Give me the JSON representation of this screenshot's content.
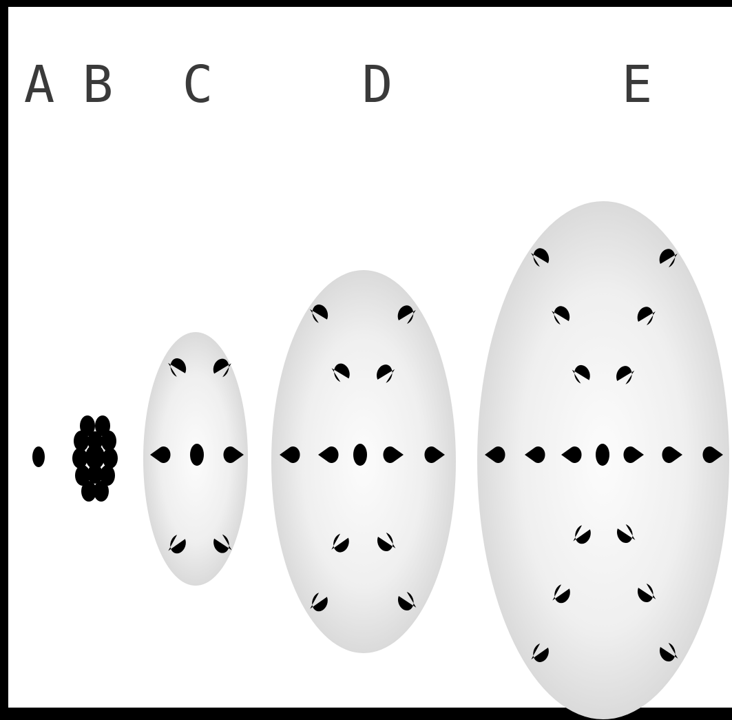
{
  "labels": {
    "a": "A",
    "b": "B",
    "c": "C",
    "d": "D",
    "e": "E"
  },
  "colors": {
    "background": "#000000",
    "panel": "#ffffff",
    "dot": "#000000",
    "sphere_center": "#fcfcfc",
    "sphere_edge": "#d6d6d6",
    "label": "#3a3a3a"
  }
}
